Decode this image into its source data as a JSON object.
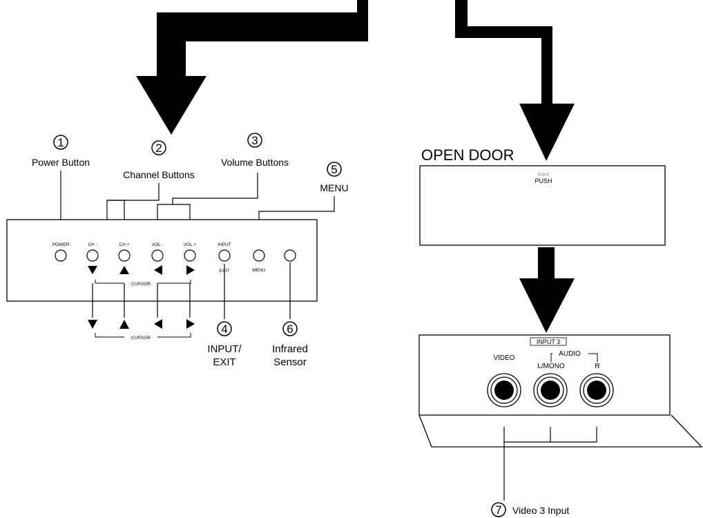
{
  "callouts": {
    "power": {
      "num": "1",
      "label": "Power Button"
    },
    "channel": {
      "num": "2",
      "label": "Channel Buttons"
    },
    "volume": {
      "num": "3",
      "label": "Volume Buttons"
    },
    "input": {
      "num": "4",
      "label_line1": "INPUT/",
      "label_line2": "EXIT"
    },
    "menu": {
      "num": "5",
      "label": "MENU"
    },
    "sensor": {
      "num": "6",
      "label_line1": "Infrared",
      "label_line2": "Sensor"
    },
    "video3": {
      "num": "7",
      "label": "Video 3 Input"
    }
  },
  "panel_labels": {
    "power": "POWER",
    "ch_minus": "CH -",
    "ch_plus": "CH +",
    "vol_minus": "VOL -",
    "vol_plus": "VOL +",
    "input": "INPUT",
    "exit": "EXIT",
    "menu": "MENU",
    "cursor": "CURSOR"
  },
  "door": {
    "title": "OPEN DOOR",
    "push_dots": "○○○",
    "push_label": "PUSH"
  },
  "input3_panel": {
    "title": "INPUT 3",
    "video": "VIDEO",
    "audio": "AUDIO",
    "lmono": "L/MONO",
    "r": "R"
  }
}
